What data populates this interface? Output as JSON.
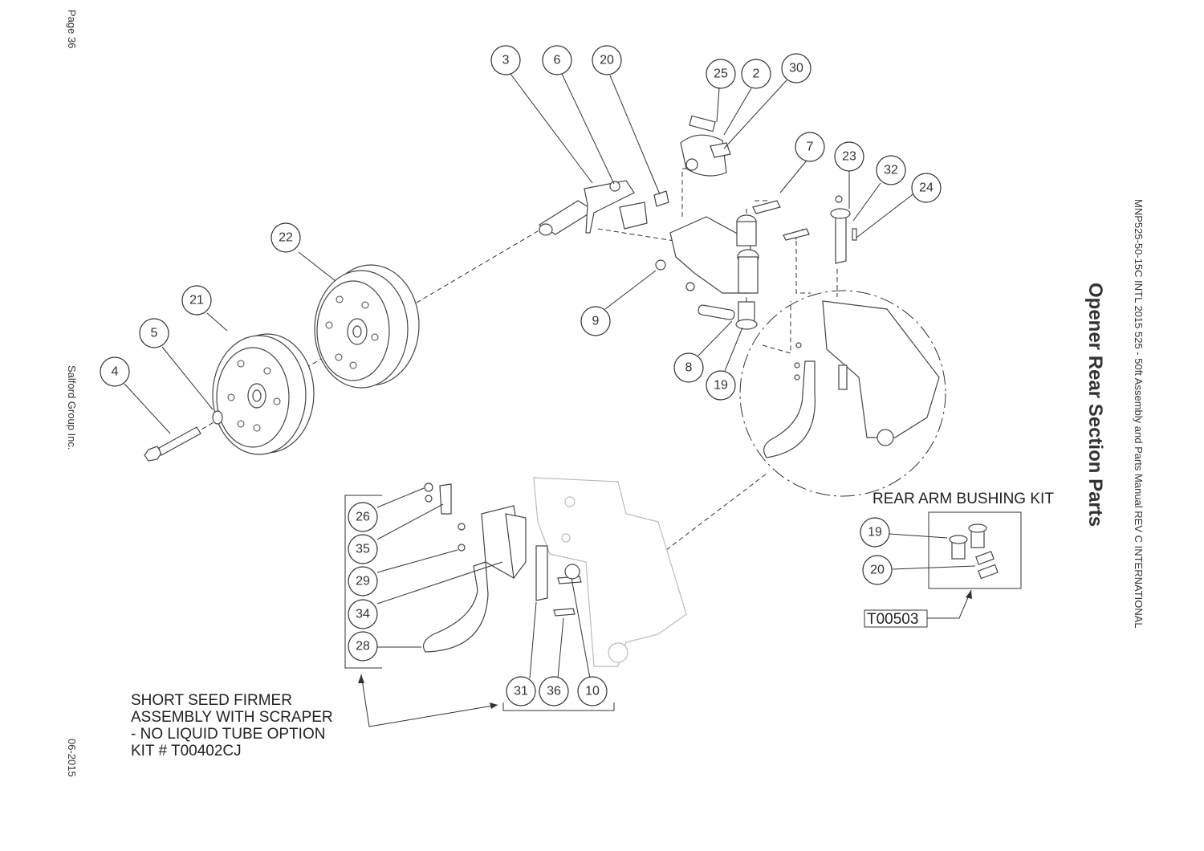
{
  "page": {
    "page_label": "Page 36",
    "company": "Salford Group Inc.",
    "date": "06-2015",
    "manual_ref": "MNP525-50-15C INTL 2015 525 - 50ft Assembly and Parts Manual REV C INTERNATIONAL",
    "title": "Opener Rear Section Parts"
  },
  "kits": {
    "rear_arm_bushing_title": "REAR ARM BUSHING KIT",
    "rear_arm_bushing_part": "T00503",
    "seed_firmer_line1": "SHORT SEED FIRMER",
    "seed_firmer_line2": "ASSEMBLY WITH SCRAPER",
    "seed_firmer_line3": "- NO LIQUID TUBE OPTION",
    "seed_firmer_line4": "KIT # T00402CJ"
  },
  "callouts": {
    "c3": "3",
    "c6": "6",
    "c20a": "20",
    "c25": "25",
    "c2": "2",
    "c30": "30",
    "c7": "7",
    "c23": "23",
    "c32": "32",
    "c24": "24",
    "c22": "22",
    "c21": "21",
    "c5": "5",
    "c4": "4",
    "c9": "9",
    "c8": "8",
    "c19a": "19",
    "c26": "26",
    "c35": "35",
    "c29": "29",
    "c34": "34",
    "c28": "28",
    "c31": "31",
    "c36": "36",
    "c10": "10",
    "c19b": "19",
    "c20b": "20"
  }
}
